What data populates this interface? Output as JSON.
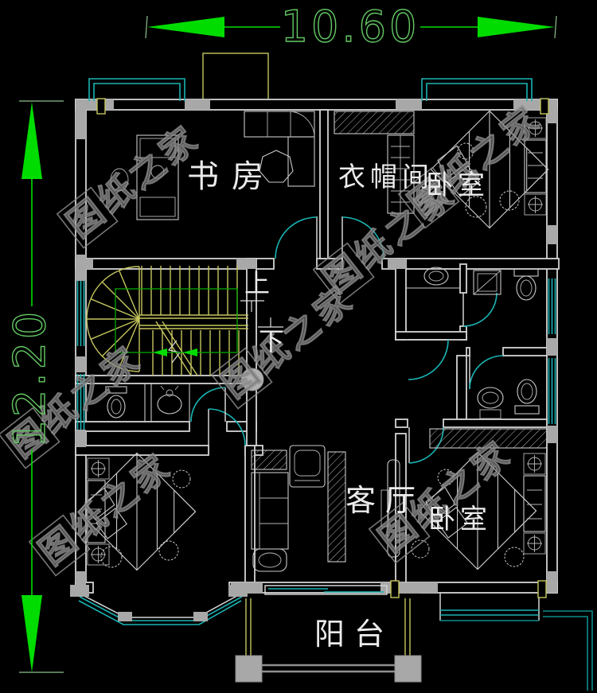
{
  "drawing": {
    "type": "floor-plan",
    "dimensions": {
      "width_label": "10.60",
      "height_label": "12.20"
    },
    "rooms": {
      "study": "书房",
      "cloakroom": "衣帽间",
      "bedroom_top_right": "卧室",
      "living_room": "客厅",
      "bedroom_bottom_right": "卧室",
      "balcony": "阳台",
      "stair_up": "上",
      "stair_down": "下"
    },
    "watermark": "图纸之家",
    "colors": {
      "background": "#000000",
      "wall": "#d4d4d4",
      "column": "#a8a8a8",
      "window": "#1ab4b4",
      "window_dark": "#0d8c8c",
      "stair": "#c6c65e",
      "stair_guide": "#00a800",
      "dimension": "#00dc00",
      "dimension_text": "#63c863",
      "label": "#ebebeb",
      "watermark": "#8f8f8f"
    }
  }
}
